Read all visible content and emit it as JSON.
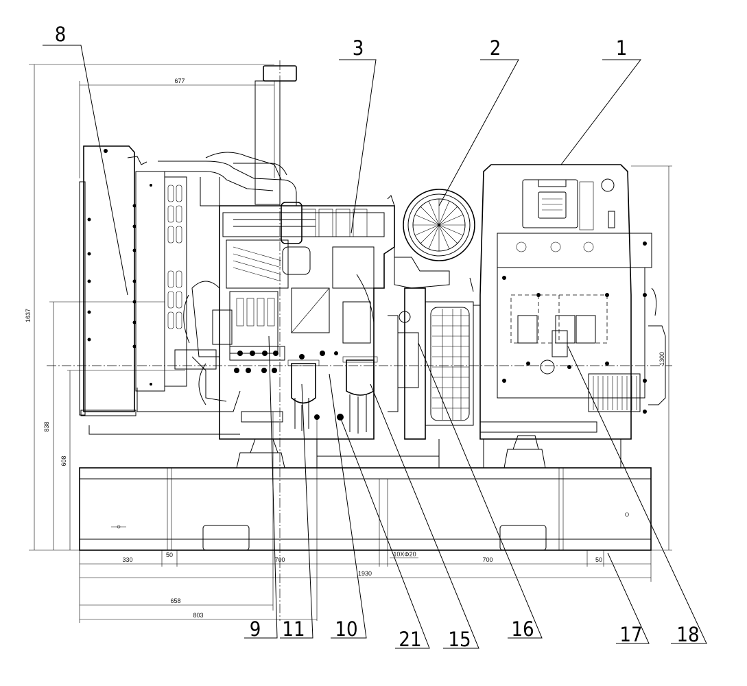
{
  "callouts": {
    "c1": "1",
    "c2": "2",
    "c3": "3",
    "c8": "8",
    "c9": "9",
    "c11": "11",
    "c10": "10",
    "c21": "21",
    "c15": "15",
    "c16": "16",
    "c17": "17",
    "c18": "18"
  },
  "dimensions": {
    "overall_height": "1637",
    "height_838": "838",
    "height_608": "608",
    "height_1300": "1300",
    "top_width": "677",
    "seg_330": "330",
    "seg_50_left": "50",
    "seg_700_left": "700",
    "holes": "10XΦ20",
    "seg_700_right": "700",
    "seg_50_right": "50",
    "total_1930": "1930",
    "d_658": "658",
    "d_803": "803"
  },
  "colors": {
    "line": "#000000",
    "background": "#ffffff"
  }
}
